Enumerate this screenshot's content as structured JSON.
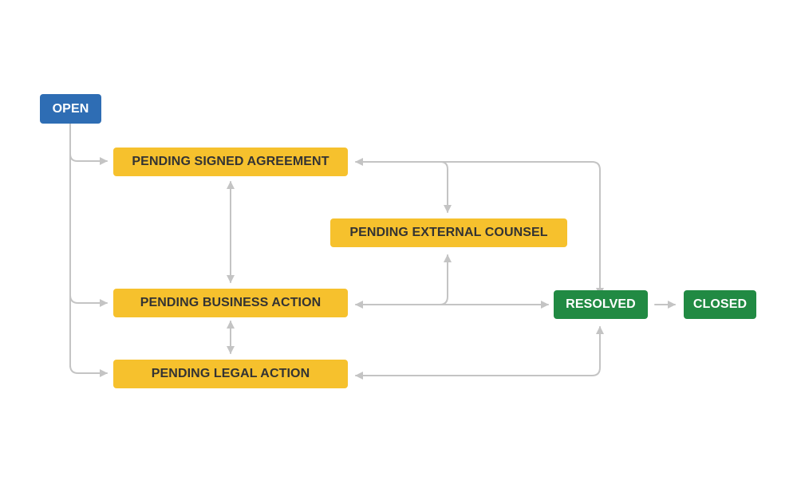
{
  "colors": {
    "open_fill": "#2E6DB4",
    "pending_fill": "#F6C12D",
    "done_fill": "#218A43",
    "connector": "#C4C4C4"
  },
  "nodes": {
    "open": "OPEN",
    "pending_signed_agreement": "PENDING SIGNED AGREEMENT",
    "pending_external_counsel": "PENDING EXTERNAL COUNSEL",
    "pending_business_action": "PENDING BUSINESS ACTION",
    "pending_legal_action": "PENDING LEGAL ACTION",
    "resolved": "RESOLVED",
    "closed": "CLOSED"
  },
  "transitions": [
    {
      "from": "open",
      "to": "pending_signed_agreement"
    },
    {
      "from": "open",
      "to": "pending_business_action"
    },
    {
      "from": "open",
      "to": "pending_legal_action"
    },
    {
      "from": "pending_signed_agreement",
      "to": "pending_business_action",
      "bidirectional": true
    },
    {
      "from": "pending_business_action",
      "to": "pending_legal_action",
      "bidirectional": true
    },
    {
      "from": "pending_signed_agreement",
      "to": "pending_external_counsel"
    },
    {
      "from": "pending_external_counsel",
      "to": "pending_signed_agreement"
    },
    {
      "from": "pending_business_action",
      "to": "pending_external_counsel"
    },
    {
      "from": "pending_external_counsel",
      "to": "pending_business_action"
    },
    {
      "from": "pending_signed_agreement",
      "to": "resolved"
    },
    {
      "from": "resolved",
      "to": "pending_signed_agreement"
    },
    {
      "from": "pending_business_action",
      "to": "resolved"
    },
    {
      "from": "resolved",
      "to": "pending_business_action"
    },
    {
      "from": "pending_legal_action",
      "to": "resolved"
    },
    {
      "from": "resolved",
      "to": "pending_legal_action"
    },
    {
      "from": "resolved",
      "to": "closed"
    }
  ]
}
